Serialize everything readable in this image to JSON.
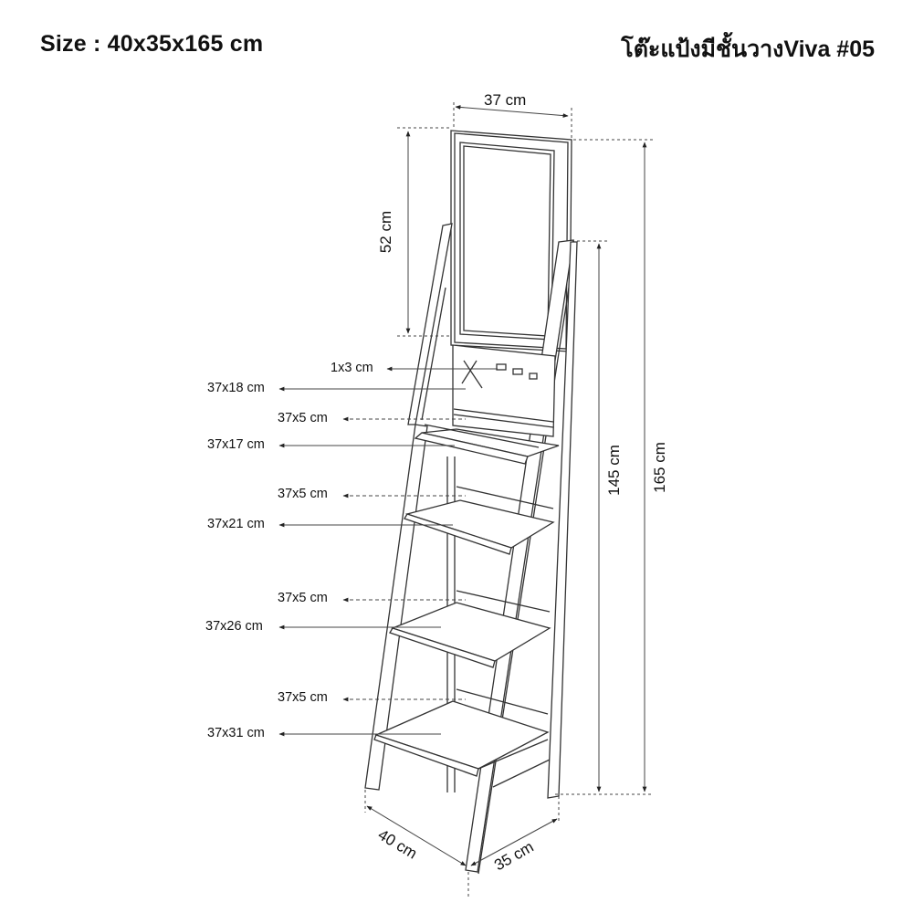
{
  "header": {
    "size_label": "Size : 40x35x165 cm",
    "product_name": "โต๊ะแป้งมีชั้นวางViva #05"
  },
  "dimensions": {
    "mirror_width": "37 cm",
    "mirror_height": "52 cm",
    "frame_height": "145 cm",
    "total_height": "165 cm",
    "depth": "40 cm",
    "width": "35 cm"
  },
  "callouts": [
    {
      "label": "1x3 cm",
      "style": "solid",
      "target": "hook"
    },
    {
      "label": "37x18 cm",
      "style": "solid",
      "target": "back-panel"
    },
    {
      "label": "37x5 cm",
      "style": "dashed",
      "target": "back-rail-1"
    },
    {
      "label": "37x17 cm",
      "style": "solid",
      "target": "shelf-1"
    },
    {
      "label": "37x5 cm",
      "style": "dashed",
      "target": "back-rail-2"
    },
    {
      "label": "37x21 cm",
      "style": "solid",
      "target": "shelf-2"
    },
    {
      "label": "37x5 cm",
      "style": "dashed",
      "target": "back-rail-3"
    },
    {
      "label": "37x26 cm",
      "style": "solid",
      "target": "shelf-3"
    },
    {
      "label": "37x5 cm",
      "style": "dashed",
      "target": "back-rail-4"
    },
    {
      "label": "37x31 cm",
      "style": "solid",
      "target": "shelf-4"
    }
  ],
  "colors": {
    "line": "#333333",
    "text": "#111111",
    "background": "#ffffff"
  }
}
